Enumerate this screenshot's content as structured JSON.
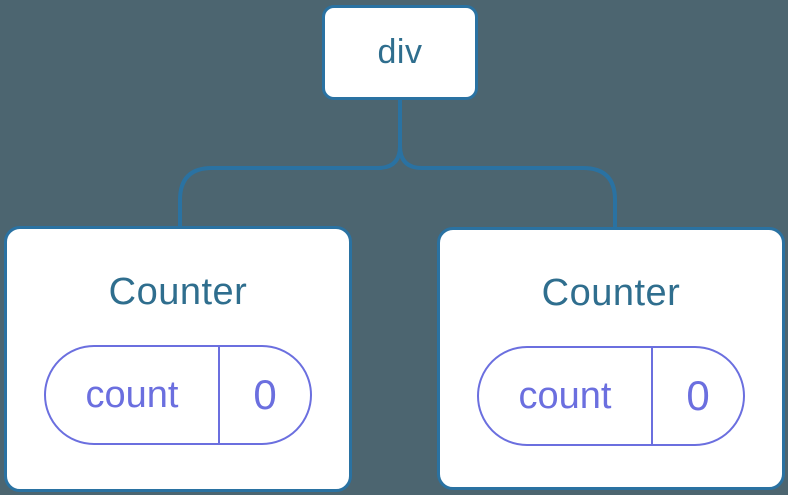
{
  "diagram": {
    "root": {
      "label": "div"
    },
    "children": [
      {
        "title": "Counter",
        "state": {
          "key": "count",
          "value": "0"
        }
      },
      {
        "title": "Counter",
        "state": {
          "key": "count",
          "value": "0"
        }
      }
    ]
  },
  "colors": {
    "background": "#4c6570",
    "line_and_border": "#2a72a2",
    "node_text": "#2f6e8e",
    "state_accent": "#6b6fdf",
    "node_fill": "#ffffff"
  }
}
